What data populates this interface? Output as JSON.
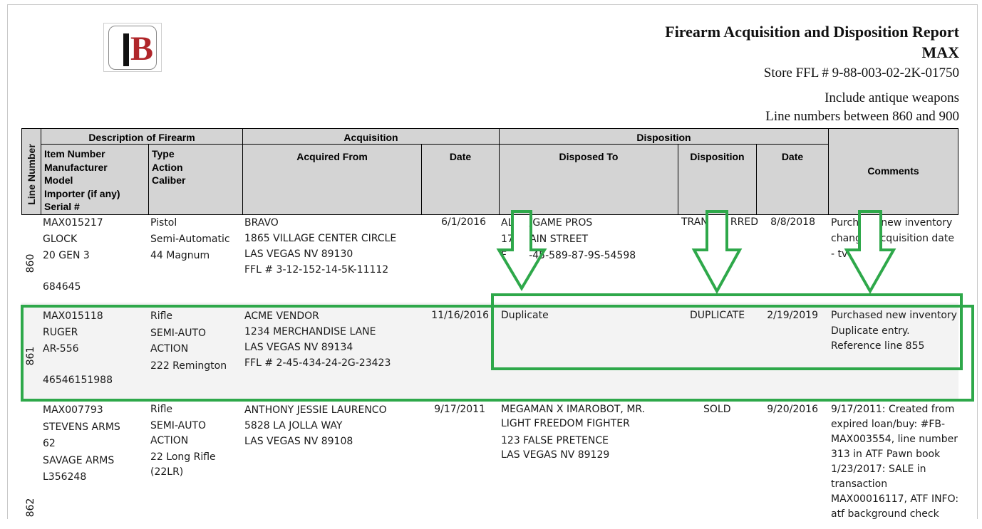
{
  "report": {
    "title": "Firearm Acquisition and Disposition Report",
    "store": "MAX",
    "ffl": "Store FFL # 9-88-003-02-2K-01750",
    "include_antique": "Include antique weapons",
    "line_range": "Line numbers between 860 and 900"
  },
  "logo": {
    "letter": "B"
  },
  "headers": {
    "line_number": "Line Number",
    "description": "Description of Firearm",
    "desc_col1": [
      "Item Number",
      "Manufacturer",
      "Model",
      "Importer (if any)",
      "Serial #"
    ],
    "desc_col2": [
      "Type",
      "Action",
      "Caliber"
    ],
    "acquisition": "Acquisition",
    "acquired_from": "Acquired From",
    "acq_date": "Date",
    "disposition_group": "Disposition",
    "disposed_to": "Disposed To",
    "disposition": "Disposition",
    "disp_date": "Date",
    "comments": "Comments"
  },
  "rows": [
    {
      "line": "860",
      "item": "MAX015217",
      "manufacturer": "GLOCK",
      "model": "20 GEN 3",
      "importer": "",
      "serial": "684645",
      "type": "Pistol",
      "action": "Semi-Automatic",
      "caliber": "44 Magnum",
      "acq_from": [
        "BRAVO",
        "1865 VILLAGE CENTER CIRCLE",
        "LAS VEGAS NV 89130",
        "FFL # 3-12-152-14-5K-11112"
      ],
      "acq_date": "6/1/2016",
      "disposed_to": [
        "AL     /GAME PROS",
        "17     AIN STREET",
        "F       -45-589-87-9S-54598"
      ],
      "disposition": "TRAN       RRED",
      "disp_date": "8/8/2018",
      "comments": [
        "Purch       new inventory",
        "chang      cquisition date",
        "- tv"
      ]
    },
    {
      "line": "861",
      "item": "MAX015118",
      "manufacturer": "RUGER",
      "model": "AR-556",
      "importer": "",
      "serial": "46546151988",
      "type": "Rifle",
      "action": "SEMI-AUTO",
      "action2": "ACTION",
      "caliber": "222 Remington",
      "acq_from": [
        "ACME VENDOR",
        "1234 MERCHANDISE LANE",
        "LAS VEGAS NV 89134",
        "FFL # 2-45-434-24-2G-23423"
      ],
      "acq_date": "11/16/2016",
      "disposed_to": [
        "Duplicate"
      ],
      "disposition": "DUPLICATE",
      "disp_date": "2/19/2019",
      "comments": [
        "Purchased new inventory",
        "Duplicate entry.",
        "Reference line 855"
      ]
    },
    {
      "line": "862",
      "item": "MAX007793",
      "manufacturer": "STEVENS ARMS",
      "model": "62",
      "importer": "SAVAGE ARMS",
      "serial": "L356248",
      "type": "Rifle",
      "action": "SEMI-AUTO",
      "action2": "ACTION",
      "caliber": "22 Long Rifle",
      "caliber2": "(22LR)",
      "acq_from": [
        "ANTHONY JESSIE LAURENCO",
        "5828 LA JOLLA WAY",
        "LAS VEGAS NV 89108"
      ],
      "acq_date": "9/17/2011",
      "disposed_to": [
        "MEGAMAN X IMAROBOT, MR.",
        "LIGHT FREEDOM FIGHTER",
        "123 FALSE PRETENCE",
        "LAS VEGAS NV 89129"
      ],
      "disposition": "SOLD",
      "disp_date": "9/20/2016",
      "comments": [
        "9/17/2011: Created from",
        "expired loan/buy: #FB-",
        "MAX003554, line number",
        "313 in ATF Pawn book",
        "1/23/2017: SALE in",
        "transaction",
        "MAX00016117, ATF INFO:",
        "atf background check"
      ]
    }
  ],
  "annotation": {
    "color": "#2ea84a"
  }
}
